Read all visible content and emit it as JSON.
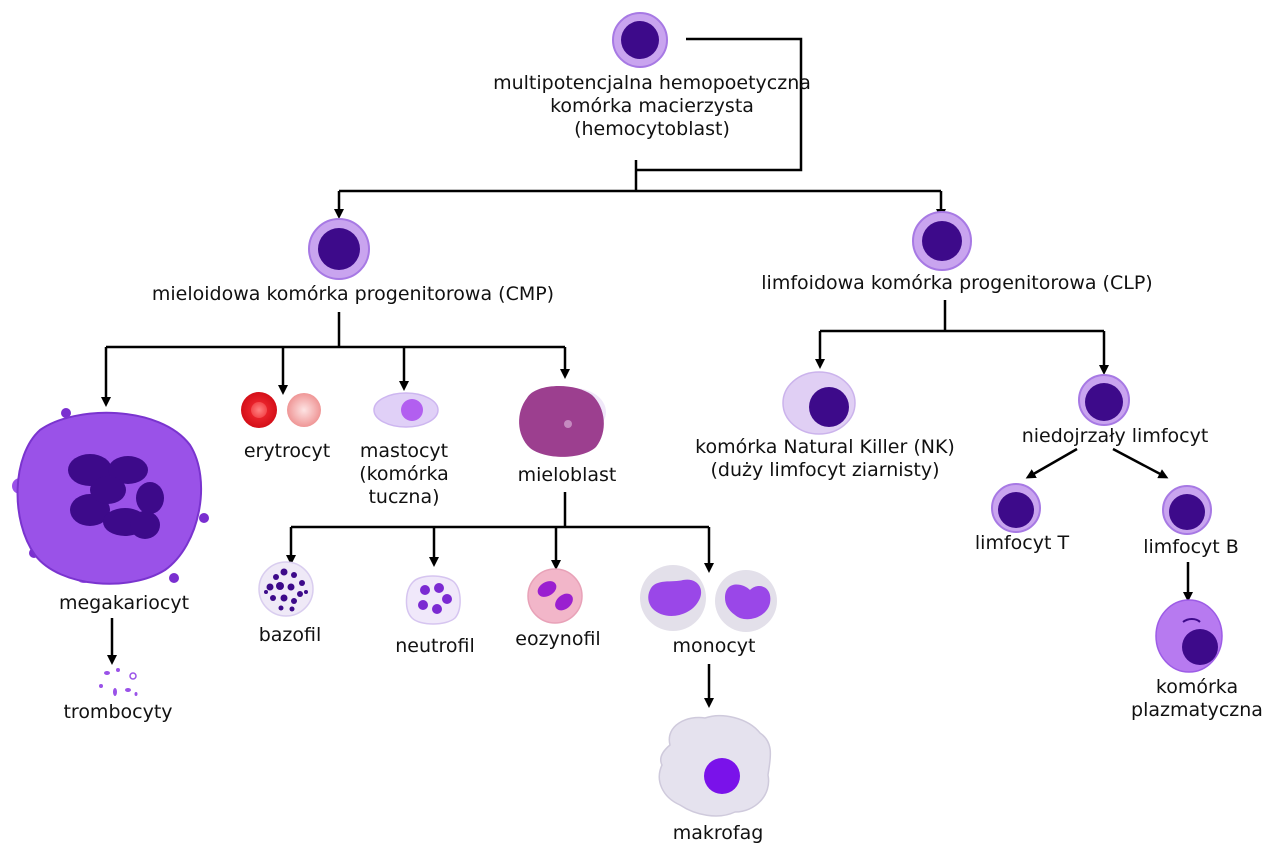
{
  "colors": {
    "nucleus": "#3d0a8a",
    "membrane": "#c9a4ef",
    "membrane_dark": "#a779e4",
    "cytoplasm_light": "#e7d8f6",
    "erythrocyte": "#e8222a",
    "erythrocyte_pale": "#f5a5a5",
    "megakaryocyte": "#9a52e8",
    "myeloblast": "#9c3f8f",
    "macrophage": "#e5e2ee",
    "eosinophil": "#f2b6c9",
    "line": "#000000"
  },
  "labels": {
    "hsc": [
      "multipotencjalna hemopoetyczna",
      "komórka macierzysta",
      "(hemocytoblast)"
    ],
    "cmp": [
      "mieloidowa komórka progenitorowa (CMP)"
    ],
    "clp": [
      "limfoidowa komórka progenitorowa (CLP)"
    ],
    "megakaryocyte": [
      "megakariocyt"
    ],
    "thrombocytes": [
      "trombocyty"
    ],
    "erythrocyte": [
      "erytrocyt"
    ],
    "mastocyte": [
      "mastocyt",
      "(komórka",
      "tuczna)"
    ],
    "myeloblast": [
      "mieloblast"
    ],
    "basophil": [
      "bazofil"
    ],
    "neutrophil": [
      "neutrofil"
    ],
    "eosinophil": [
      "eozynofil"
    ],
    "monocyte": [
      "monocyt"
    ],
    "macrophage": [
      "makrofag"
    ],
    "nk": [
      "komórka Natural Killer (NK)",
      "(duży limfocyt ziarnisty)"
    ],
    "immature_lymphocyte": [
      "niedojrzały limfocyt"
    ],
    "t_lymphocyte": [
      "limfocyt T"
    ],
    "b_lymphocyte": [
      "limfocyt B"
    ],
    "plasma_cell": [
      "komórka",
      "plazmatyczna"
    ]
  }
}
